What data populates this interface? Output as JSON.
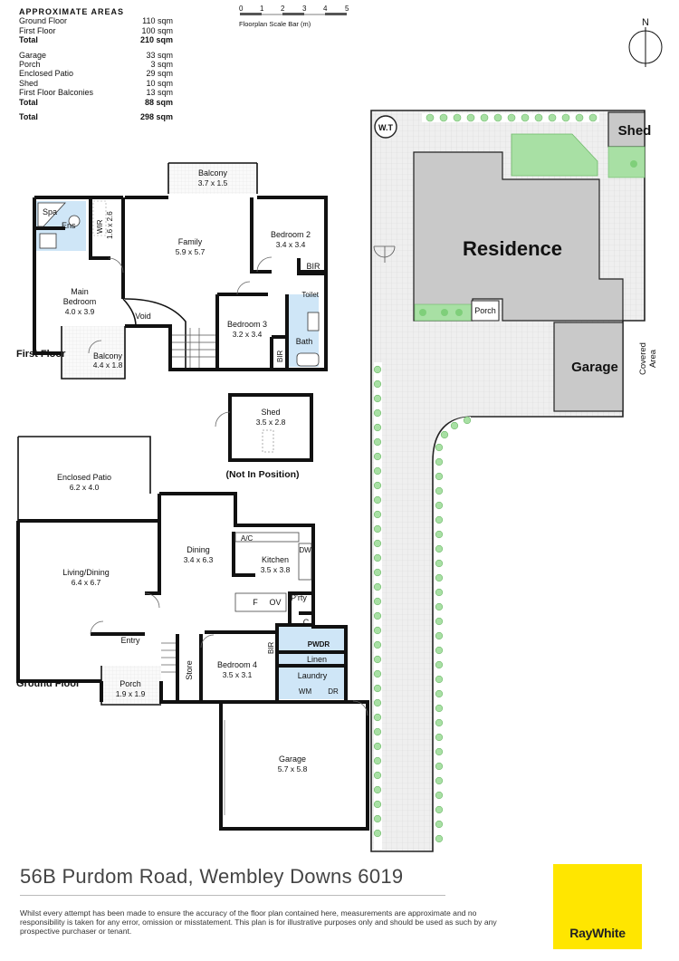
{
  "areas": {
    "heading": "APPROXIMATE AREAS",
    "rows": [
      {
        "label": "Ground Floor",
        "value": "110 sqm"
      },
      {
        "label": "First Floor",
        "value": "100 sqm"
      },
      {
        "label": "Total",
        "value": "210 sqm"
      },
      {
        "label": "Garage",
        "value": "33 sqm"
      },
      {
        "label": "Porch",
        "value": "3 sqm"
      },
      {
        "label": "Enclosed Patio",
        "value": "29 sqm"
      },
      {
        "label": "Shed",
        "value": "10 sqm"
      },
      {
        "label": "First Floor Balconies",
        "value": "13 sqm"
      },
      {
        "label": "Total",
        "value": "88 sqm"
      },
      {
        "label": "Total",
        "value": "298 sqm"
      }
    ]
  },
  "scale": {
    "title": "Floorplan Scale Bar (m)",
    "ticks": [
      "0",
      "1",
      "2",
      "3",
      "4",
      "5"
    ]
  },
  "first_floor": {
    "title": "First Floor",
    "rooms": {
      "balcony_top": {
        "name": "Balcony",
        "dim": "3.7 x 1.5"
      },
      "spa": "Spa",
      "ens": "Ens",
      "wir": "WIR",
      "wir_dim": "1.6 x 2.6",
      "family": {
        "name": "Family",
        "dim": "5.9 x 5.7"
      },
      "bedroom2": {
        "name": "Bedroom 2",
        "dim": "3.4 x 3.4"
      },
      "bir2": "BIR",
      "main_bedroom": {
        "name": "Main",
        "name2": "Bedroom",
        "dim": "4.0 x 3.9"
      },
      "void": "Void",
      "toilet": "Toilet",
      "bedroom3": {
        "name": "Bedroom 3",
        "dim": "3.2 x 3.4"
      },
      "bath": "Bath",
      "bir3": "BIR",
      "balcony_bottom": {
        "name": "Balcony",
        "dim": "4.4 x 1.8"
      }
    }
  },
  "shed": {
    "name": "Shed",
    "dim": "3.5 x 2.8",
    "note": "(Not In Position)"
  },
  "ground_floor": {
    "title": "Ground Floor",
    "rooms": {
      "enclosed_patio": {
        "name": "Enclosed Patio",
        "dim": "6.2 x 4.0"
      },
      "living": {
        "name": "Living/Dining",
        "dim": "6.4 x 6.7"
      },
      "dining": {
        "name": "Dining",
        "dim": "3.4 x 6.3"
      },
      "ac": "A/C",
      "kitchen": {
        "name": "Kitchen",
        "dim": "3.5 x 3.8"
      },
      "dw": "DW",
      "fridge": "F",
      "oven": "OV",
      "pantry": "P'rty",
      "cupboard": "C",
      "pwdr": "PWDR",
      "linen": "Linen",
      "laundry": "Laundry",
      "wm": "WM",
      "dr": "DR",
      "entry": "Entry",
      "store": "Store",
      "bedroom4": {
        "name": "Bedroom 4",
        "dim": "3.5 x 3.1"
      },
      "bir4": "BIR",
      "porch": {
        "name": "Porch",
        "dim": "1.9 x 1.9"
      },
      "garage": {
        "name": "Garage",
        "dim": "5.7 x 5.8"
      }
    }
  },
  "site": {
    "north": "N",
    "wt": "W.T",
    "shed": "Shed",
    "residence": "Residence",
    "porch": "Porch",
    "garage": "Garage",
    "covered": "Covered",
    "area": "Area"
  },
  "address": "56B Purdom Road, Wembley Downs 6019",
  "disclaimer": "Whilst every attempt has been made to ensure the accuracy of the floor plan contained here, measurements are approximate and no responsibility is taken for any error, omission or misstatement. This plan is for illustrative purposes only and should be used as such by any prospective purchaser or tenant.",
  "brand": {
    "name": "RayWhite",
    "color": "#ffe600"
  },
  "colors": {
    "wet_area": "#cfe6f7",
    "site_grey": "#c9c9c9",
    "garden_green": "#a8e0a4",
    "paving": "#ececec"
  }
}
